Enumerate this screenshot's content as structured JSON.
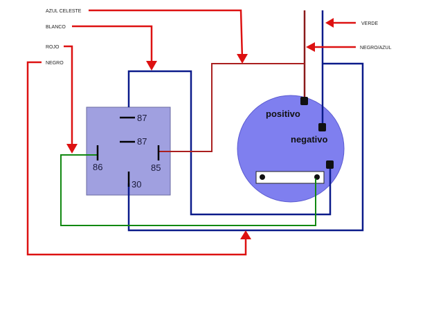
{
  "wire_labels": {
    "azul_celeste": "AZUL CELESTE",
    "blanco": "BLANCO",
    "rojo": "ROJO",
    "negro": "NEGRO",
    "verde": "VERDE",
    "negro_azul": "NEGRO/AZUL"
  },
  "relay": {
    "pin_87_top": "87",
    "pin_87_mid": "87",
    "pin_86": "86",
    "pin_85": "85",
    "pin_30": "30"
  },
  "motor": {
    "positivo": "positivo",
    "negativo": "negativo"
  },
  "colors": {
    "red_wire": "#cc1111",
    "dark_red_wire": "#8b1a1a",
    "blue_wire": "#0a1a8a",
    "green_wire": "#118811",
    "relay_fill": "#a0a0e0",
    "motor_fill": "#7f7fef"
  }
}
